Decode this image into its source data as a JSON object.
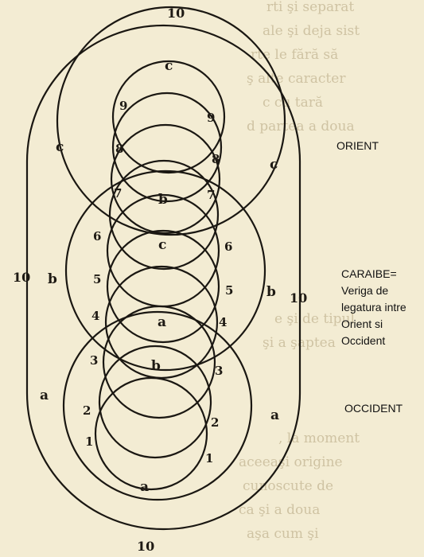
{
  "figure": {
    "outer_numbers": {
      "top": "10",
      "bottom": "10",
      "left": "10",
      "right": "10"
    },
    "outer_ring_letters": {
      "upper_left": "c",
      "upper_right": "c",
      "middle_left": "b",
      "middle_right": "b",
      "lower_left": "a",
      "lower_right": "a"
    },
    "inner_numbers_left": [
      "9",
      "8",
      "7",
      "6",
      "5",
      "4",
      "3",
      "2",
      "1"
    ],
    "inner_numbers_right": [
      "9",
      "8",
      "7",
      "6",
      "5",
      "4",
      "3",
      "2",
      "1"
    ],
    "inner_letters_center": [
      "c",
      "b",
      "c",
      "a",
      "b",
      "a"
    ]
  },
  "annotations": {
    "orient": "ORIENT",
    "caraibe_lines": [
      "CARAIBE=",
      "Veriga de",
      "legatura intre",
      "Orient si",
      "Occident"
    ],
    "occident": "OCCIDENT"
  }
}
